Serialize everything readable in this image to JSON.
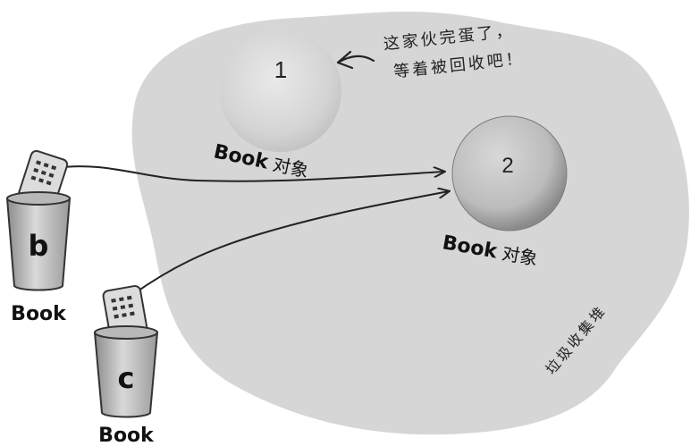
{
  "objects": [
    {
      "number": "1",
      "label_prefix": "Book",
      "label_suffix": "对象"
    },
    {
      "number": "2",
      "label_prefix": "Book",
      "label_suffix": "对象"
    }
  ],
  "note": {
    "line1": "这家伙完蛋了，",
    "line2": "等着被回收吧！"
  },
  "heap_label": "垃圾收集堆",
  "references": [
    {
      "var": "b",
      "type": "Book"
    },
    {
      "var": "c",
      "type": "Book"
    }
  ],
  "colors": {
    "heap": "#d6d6d6",
    "ball": "#c6c6c6",
    "line": "#222222"
  }
}
